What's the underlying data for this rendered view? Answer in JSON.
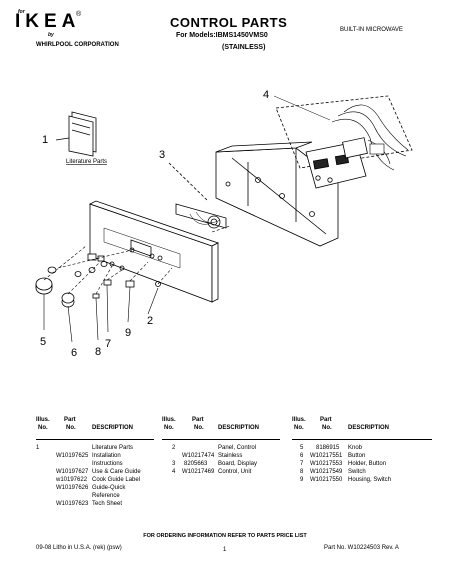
{
  "header": {
    "logo_for": "for",
    "logo_brand": "IKEA",
    "logo_reg": "®",
    "logo_by": "by",
    "logo_maker": "WHIRLPOOL CORPORATION",
    "title": "CONTROL PARTS",
    "models": "For Models:IBMS1450VMS0",
    "variant": "(STAINLESS)",
    "category": "BUILT-IN MICROWAVE"
  },
  "diagram": {
    "literature_caption": "Literature Parts",
    "callouts": [
      "1",
      "2",
      "3",
      "4",
      "5",
      "6",
      "7",
      "8",
      "9"
    ]
  },
  "parts_table": {
    "header_illus": "Illus.",
    "header_no1": "No.",
    "header_part": "Part",
    "header_no2": "No.",
    "header_desc": "DESCRIPTION",
    "columns": [
      {
        "rows": [
          {
            "illus": "1",
            "part": "",
            "desc": "Literature Parts"
          },
          {
            "illus": "",
            "part": "W10197625",
            "desc": "Installation"
          },
          {
            "illus": "",
            "part": "",
            "desc": "Instructions"
          },
          {
            "illus": "",
            "part": "W10197627",
            "desc": "Use & Care Guide"
          },
          {
            "illus": "",
            "part": "w10197622",
            "desc": "Cook Guide Label"
          },
          {
            "illus": "",
            "part": "W10197626",
            "desc": "Guide-Quick"
          },
          {
            "illus": "",
            "part": "",
            "desc": "Reference"
          },
          {
            "illus": "",
            "part": "W10197623",
            "desc": "Tech Sheet"
          }
        ]
      },
      {
        "rows": [
          {
            "illus": "2",
            "part": "",
            "desc": "Panel, Control"
          },
          {
            "illus": "",
            "part": "W10217474",
            "desc": "Stainless"
          },
          {
            "illus": "3",
            "part": "8205663",
            "desc": "Board, Display"
          },
          {
            "illus": "4",
            "part": "W10217469",
            "desc": "Control, Unit"
          }
        ]
      },
      {
        "rows": [
          {
            "illus": "5",
            "part": "8186915",
            "desc": "Knob"
          },
          {
            "illus": "6",
            "part": "W10217551",
            "desc": "Button"
          },
          {
            "illus": "7",
            "part": "W10217553",
            "desc": "Holder, Button"
          },
          {
            "illus": "8",
            "part": "W10217549",
            "desc": "Switch"
          },
          {
            "illus": "9",
            "part": "W10217550",
            "desc": "Housing, Switch"
          }
        ]
      }
    ]
  },
  "footer": {
    "ordering_note": "FOR ORDERING INFORMATION REFER TO PARTS PRICE LIST",
    "litho": "09-08 Litho in U.S.A. (rek) (psw)",
    "page": "1",
    "part_no": "Part No. W10224503 Rev. A"
  }
}
